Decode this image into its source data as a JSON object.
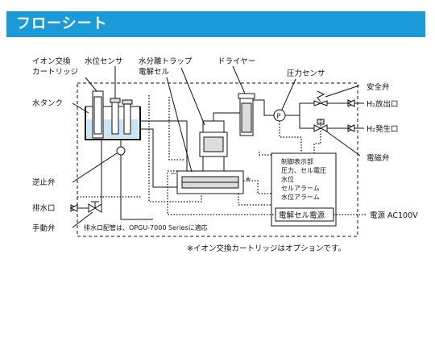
{
  "header": {
    "title": "フローシート",
    "color": "#1a9ad6"
  },
  "labels": {
    "ion_cartridge_1": "イオン交換",
    "ion_cartridge_2": "カートリッジ",
    "water_level_sensor": "水位センサ",
    "water_trap": "水分離トラップ",
    "electrolytic_cell": "電解セル",
    "dryer": "ドライヤー",
    "pressure_sensor": "圧力センサ",
    "safety_valve": "安全弁",
    "h2_vent_outlet": "H₂放出口",
    "h2_outlet": "H₂発生口",
    "solenoid_valve": "電磁弁",
    "water_tank": "水タンク",
    "check_valve": "逆止弁",
    "drain_port": "排水口",
    "manual_valve": "手動弁",
    "drain_note": "排水口配管は、OPGU-7000 Seriesに適応",
    "power_supply": "電源 AC100V",
    "cell_power": "電解セル電源",
    "pressure_gauge_symbol": "P",
    "minus_sign": "−",
    "plus_sign": "+"
  },
  "control_panel": {
    "lines": [
      "制御表示部",
      "圧力、セル電圧",
      "水位",
      "セルアラーム",
      "水位アラーム"
    ]
  },
  "footnote": "※イオン交換カートリッジはオプションです。",
  "colors": {
    "water": "#c9e6f6",
    "grey_part": "#dcdcdc"
  }
}
